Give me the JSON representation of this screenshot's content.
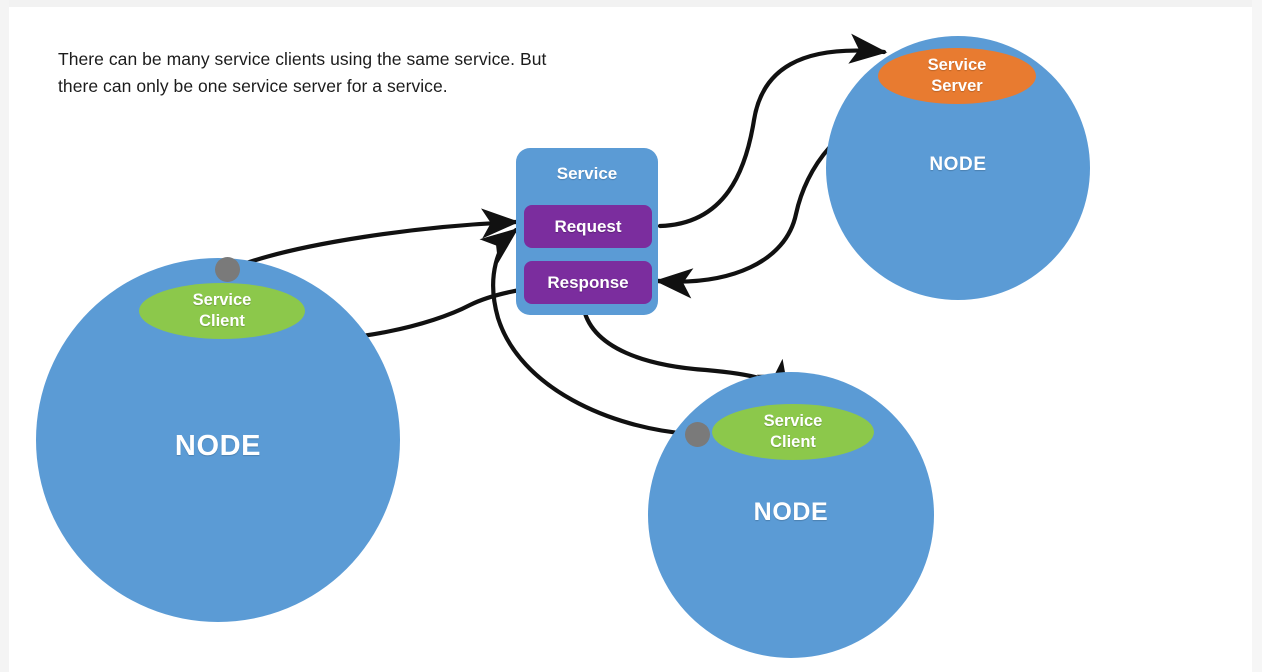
{
  "caption": {
    "line1": "There can be many service clients using the same service. But",
    "line2": "there can only be one service server for a service."
  },
  "service": {
    "title": "Service",
    "request_label": "Request",
    "response_label": "Response"
  },
  "nodes": [
    {
      "id": "client-left",
      "node_label": "NODE",
      "role_line1": "Service",
      "role_line2": "Client",
      "role_color": "#8cc84b"
    },
    {
      "id": "client-bottom",
      "node_label": "NODE",
      "role_line1": "Service",
      "role_line2": "Client",
      "role_color": "#8cc84b"
    },
    {
      "id": "server",
      "node_label": "NODE",
      "role_line1": "Service",
      "role_line2": "Server",
      "role_color": "#e87b30"
    }
  ],
  "colors": {
    "node_blue": "#5b9bd5",
    "client_green": "#8cc84b",
    "server_orange": "#e87b30",
    "message_purple": "#7b2d9e",
    "connector_dot_grey": "#7a7a7a",
    "arrow_black": "#111111",
    "background": "#ffffff",
    "caption_text": "#1c1c1c"
  },
  "arrows": [
    {
      "name": "left-client-to-request",
      "from": "client-left-dot",
      "to": "request-box"
    },
    {
      "name": "response-to-left-client",
      "from": "response-box",
      "to": "client-left-ellipse"
    },
    {
      "name": "request-to-server",
      "from": "request-box",
      "to": "server-ellipse"
    },
    {
      "name": "server-to-response",
      "from": "server-ellipse",
      "to": "response-box"
    },
    {
      "name": "response-to-bottom-client",
      "from": "response-box",
      "to": "client-bottom-ellipse"
    },
    {
      "name": "bottom-client-to-request",
      "from": "client-bottom-dot",
      "to": "request-box"
    }
  ]
}
